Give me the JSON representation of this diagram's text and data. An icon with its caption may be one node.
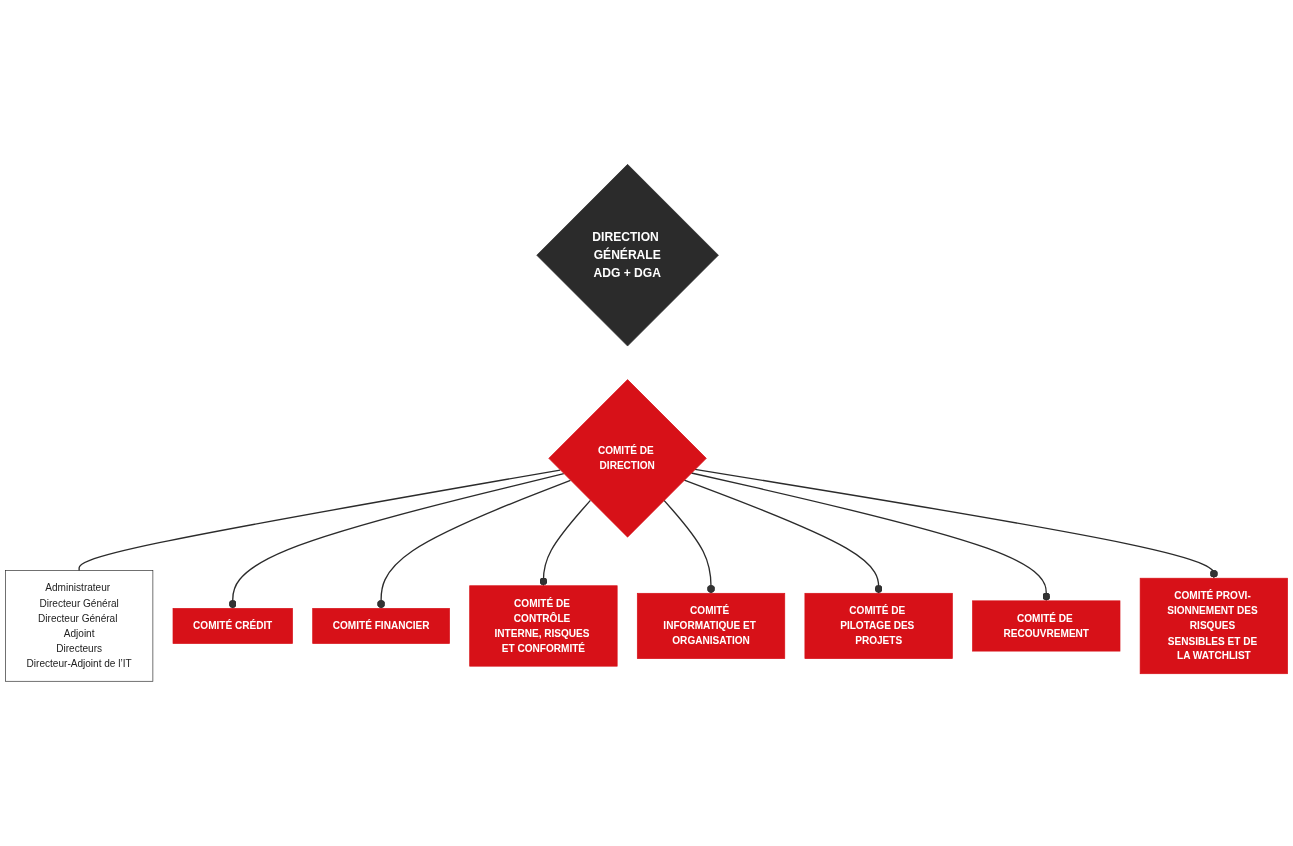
{
  "diagram": {
    "nodes": [
      {
        "text": [
          "DIRECTION GÉNÉRALE",
          "ADG + DGA"
        ]
      },
      {
        "text": [
          "COMITÉ DE DIRECTION"
        ]
      },
      {
        "text": [
          "Administrateur Directeur Général",
          "Directeur Général Adjoint",
          "Directeurs",
          "Directeur-Adjoint de l’IT"
        ]
      },
      {
        "text": [
          "COMITÉ CRÉDIT"
        ]
      },
      {
        "text": [
          "COMITÉ FINANCIER"
        ]
      },
      {
        "text": [
          "COMITÉ DE CONTRÔLE INTERNE, RISQUES ET CONFORMITÉ"
        ]
      },
      {
        "text": [
          "COMITÉ INFORMATIQUE ET ORGANISATION"
        ]
      },
      {
        "text": [
          "COMITÉ DE PILOTAGE DES PROJETS"
        ]
      },
      {
        "text": [
          "COMITÉ DE RECOUVREMENT"
        ]
      },
      {
        "text": [
          "COMITÉ PROVI- SIONNEMENT DES RISQUES SENSIBLES ET DE LA WATCHLIST"
        ]
      }
    ],
    "edges": [
      {
        "from": 1,
        "to": 2,
        "arrow": "none"
      },
      {
        "from": 1,
        "to": 3,
        "arrow": "other"
      },
      {
        "from": 1,
        "to": 4,
        "arrow": "other"
      },
      {
        "from": 1,
        "to": 5,
        "arrow": "other"
      },
      {
        "from": 1,
        "to": 6,
        "arrow": "other"
      },
      {
        "from": 1,
        "to": 7,
        "arrow": "other"
      },
      {
        "from": 1,
        "to": 8,
        "arrow": "other"
      },
      {
        "from": 1,
        "to": 9,
        "arrow": "other"
      }
    ]
  }
}
